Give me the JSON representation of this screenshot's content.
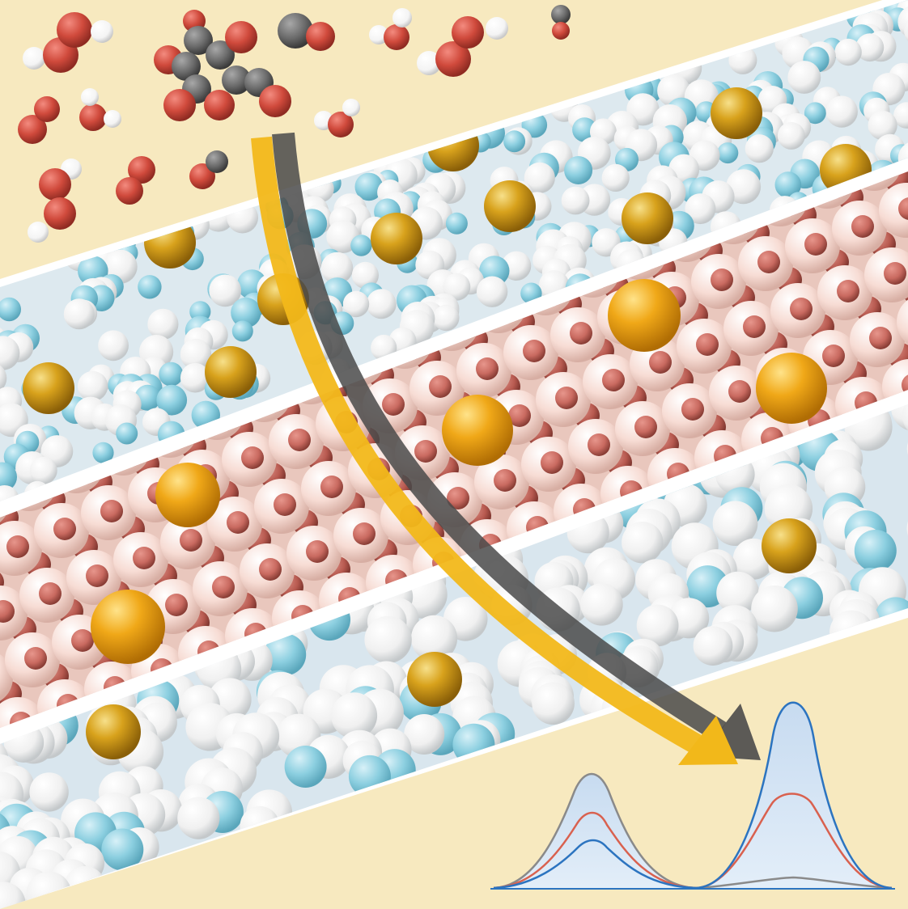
{
  "colors": {
    "background": "#f7e9bf",
    "band_border": "#ffffff",
    "band_tint": "#dde9ef",
    "oxygen": "#d04a3c",
    "hydrogen": "#ffffff",
    "carbon": "#6a6a6a",
    "cyan_atom": "#8ccfe0",
    "white_atom": "#f3f3f3",
    "gold_atom": "#d8a21c",
    "bright_gold": "#f0a818",
    "oxide_outer": "#f7dcd4",
    "oxide_inner": "#c96a60",
    "oxide_small": "#b85a50",
    "arrow_gold": "#f2b81a",
    "arrow_gray": "#4a4a4a",
    "peak_fill": "#cfe0f2",
    "curve_gray": "#8a8a8a",
    "curve_red": "#d9614f",
    "curve_blue": "#2c74c0"
  },
  "scene": {
    "gas_molecules": [
      "H2O",
      "CO2",
      "CO",
      "O2"
    ],
    "bands": [
      "porous-framework-upper",
      "metal-oxide-lattice",
      "porous-framework-lower"
    ],
    "arrows": [
      "gold-arrow",
      "gray-arrow"
    ],
    "plot": {
      "curves": [
        "gray",
        "red",
        "blue"
      ],
      "peak_heights": {
        "left": {
          "gray": 1.0,
          "red": 0.67,
          "blue": 0.41
        },
        "right": {
          "gray": 0.06,
          "red": 0.55,
          "blue": 1.0
        }
      }
    }
  }
}
